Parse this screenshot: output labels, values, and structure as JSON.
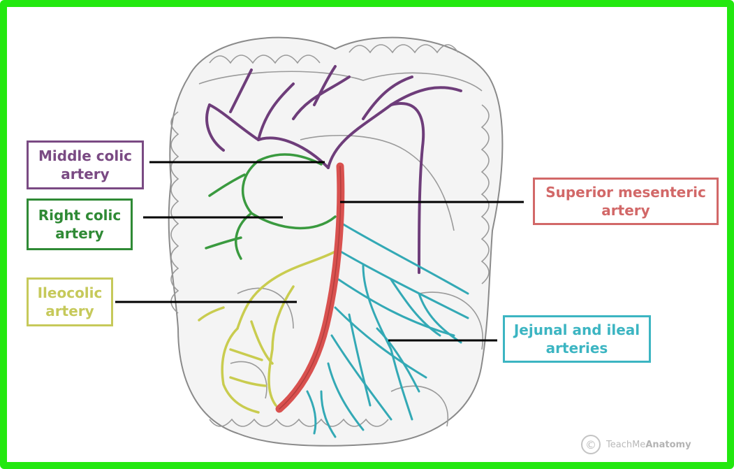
{
  "labels": {
    "middle_colic": {
      "line1": "Middle colic",
      "line2": "artery",
      "color": "#7a4a83"
    },
    "right_colic": {
      "line1": "Right colic",
      "line2": "artery",
      "color": "#2f8a35"
    },
    "ileocolic": {
      "line1": "Ileocolic",
      "line2": "artery",
      "color": "#c6c95a"
    },
    "superior_mesenteric": {
      "line1": "Superior mesenteric",
      "line2": "artery",
      "color": "#d26868"
    },
    "jejunal_ileal": {
      "line1": "Jejunal and ileal",
      "line2": "arteries",
      "color": "#3cb5c2"
    }
  },
  "watermark": {
    "prefix": "TeachMe",
    "brand": "Anatomy",
    "icon": "copyright-icon"
  },
  "colors": {
    "frame": "#22e80f",
    "vessel_red": "#d9514f",
    "vessel_purple": "#6e3d7a",
    "vessel_green": "#3a9a3f",
    "vessel_yellow": "#c9cc4f",
    "vessel_teal": "#33a9b5"
  }
}
